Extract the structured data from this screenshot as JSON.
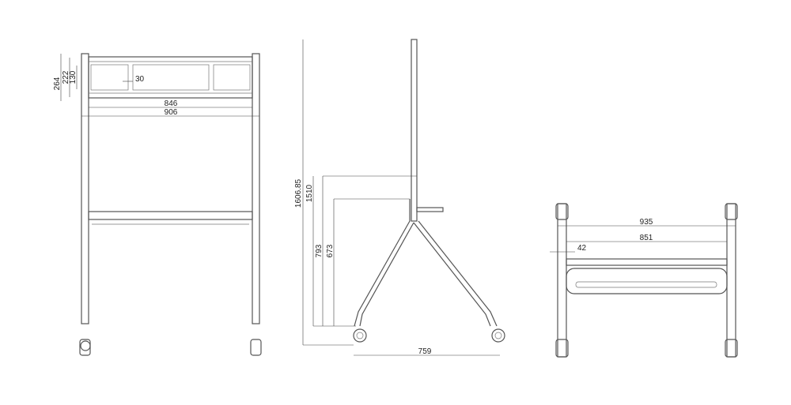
{
  "front_view": {
    "dim_264": "264",
    "dim_222": "222",
    "dim_130": "130",
    "dim_30": "30",
    "dim_846": "846",
    "dim_906": "906"
  },
  "side_view": {
    "dim_1606": "1606.85",
    "dim_1510": "1510",
    "dim_793": "793",
    "dim_673": "673",
    "dim_759": "759"
  },
  "top_view": {
    "dim_935": "935",
    "dim_851": "851",
    "dim_42": "42"
  },
  "line_color": "#555555"
}
